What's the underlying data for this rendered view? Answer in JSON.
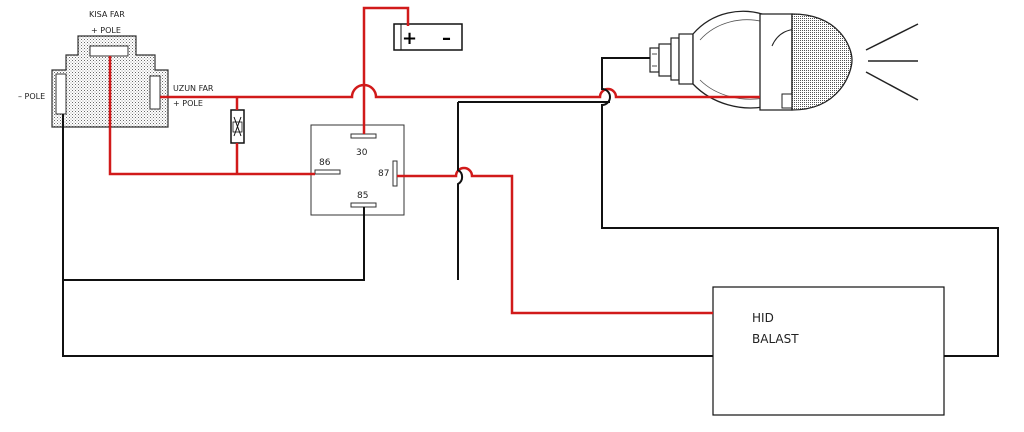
{
  "connector": {
    "top_label_1": "KISA FAR",
    "top_label_2": "+ POLE",
    "right_label_1": "UZUN FAR",
    "right_label_2": "+ POLE",
    "left_label": "– POLE"
  },
  "battery": {
    "plus": "+",
    "minus": "–"
  },
  "relay": {
    "pin30": "30",
    "pin86": "86",
    "pin87": "87",
    "pin85": "85"
  },
  "ballast": {
    "line1": "HID",
    "line2": "BALAST"
  },
  "colors": {
    "positive_wire": "#d11a1a",
    "negative_wire": "#111111"
  }
}
